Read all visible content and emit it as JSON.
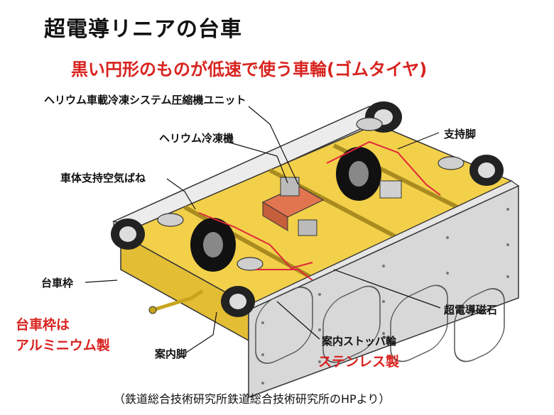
{
  "title": "超電導リニアの台車",
  "subtitle": "黒い円形のものが低速で使う車輪(ゴムタイヤ)",
  "labels": {
    "compressor_unit": "ヘリウム車載冷凍システム圧縮機ユニット",
    "refrigerator": "ヘリウム冷凍機",
    "support_leg": "支持脚",
    "air_spring": "車体支持空気ばね",
    "bogie_frame": "台車枠",
    "magnet": "超電導磁石",
    "guide_leg": "案内脚",
    "stopper_wheel": "案内ストッパ輪"
  },
  "notes": {
    "frame_material_line1": "台車枠は",
    "frame_material_line2": "アルミニウム製",
    "stopper_material": "ステンレス製"
  },
  "credit": "（鉄道総合技術研究所鉄道総合技術研究所のHPより）",
  "colors": {
    "frame_yellow": "#f2d04a",
    "magnet_gray": "#d8d8d8",
    "accent_red": "#d8231f",
    "wire_red": "#e0263a",
    "unit_orange": "#e0754f"
  }
}
